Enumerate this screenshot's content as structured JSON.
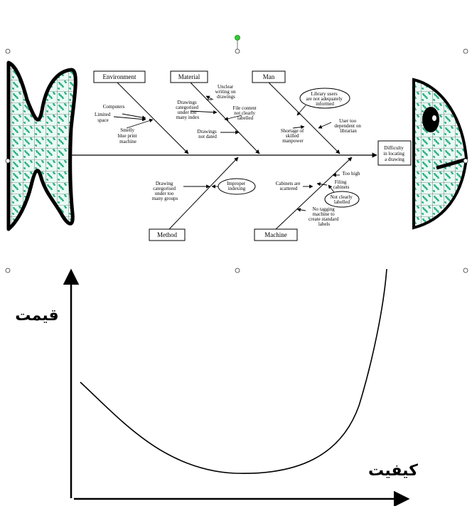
{
  "fishbone": {
    "effect": [
      "Difficulty",
      "in locating",
      "a drawing"
    ],
    "categories": {
      "environment": "Environment",
      "material": "Material",
      "man": "Man",
      "method": "Method",
      "machine": "Machine"
    },
    "causes": {
      "computers": [
        "Computers"
      ],
      "limited_space": [
        "Limited",
        "space"
      ],
      "smelly_machine": [
        "Smelly",
        "blue print",
        "machine"
      ],
      "unclear_writing": [
        "Unclear",
        "writing on",
        "drawings"
      ],
      "drawings_categorised_index": [
        "Drawings",
        "categorised",
        "under too",
        "many index"
      ],
      "file_content": [
        "File content",
        "not clearly",
        "labelled"
      ],
      "drawings_not_dated": [
        "Drawings",
        "not dated"
      ],
      "library_users": [
        "Library users",
        "are not adequately",
        "informed"
      ],
      "shortage_skilled": [
        "Shortage of",
        "skilled",
        "manpower"
      ],
      "user_dependent": [
        "User too",
        "dependent on",
        "librarian"
      ],
      "drawings_categorised_groups": [
        "Drawing",
        "categorised",
        "under too",
        "many groups"
      ],
      "improper_indexing": [
        "Improper",
        "indexing"
      ],
      "too_high": [
        "Too high"
      ],
      "filing_cabinets": [
        "Filing",
        "cabinets"
      ],
      "cabinets_scattered": [
        "Cabinets are",
        "scattered"
      ],
      "not_clearly_labelled": [
        "Not clearly",
        "labelled"
      ],
      "no_tagging": [
        "No tagging",
        "machine to",
        "create standard",
        "labels"
      ]
    }
  },
  "graph": {
    "ylabel": "قیمت",
    "xlabel": "کیفیت"
  },
  "colors": {
    "fish_fill": "#dff5ee",
    "fish_pattern": "#1aa87c",
    "selection_handle_green": "#33cc33"
  }
}
